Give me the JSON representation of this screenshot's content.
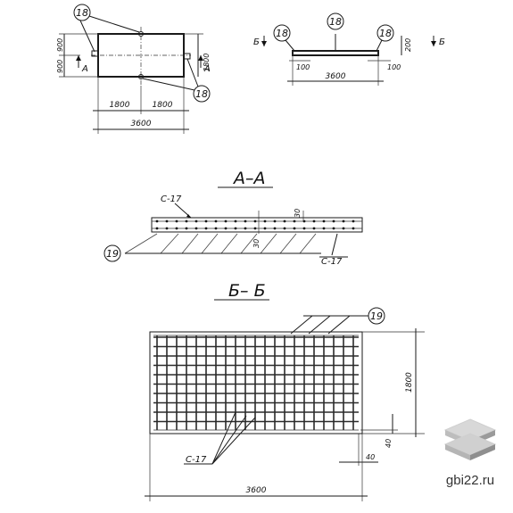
{
  "labels": {
    "mark_18": "18",
    "mark_19": "19",
    "section_a": "А",
    "section_b": "Б",
    "dim_1800": "1800",
    "dim_3600": "3600",
    "dim_900": "900",
    "dim_100": "100",
    "dim_200": "200",
    "dim_30": "30",
    "dim_40": "40",
    "mesh": "С-17"
  },
  "titles": {
    "section_aa": "А–А",
    "section_bb": "Б– Б"
  },
  "watermark": {
    "site": "gbi22.ru"
  }
}
